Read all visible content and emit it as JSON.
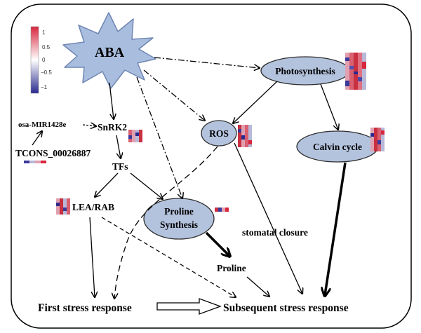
{
  "nodes": {
    "aba": "ABA",
    "photosynthesis": "Photosynthesis",
    "ros": "ROS",
    "calvin_cycle": "Calvin cycle",
    "snrk2": "SnRK2",
    "mirna": "osa-MIR1428e",
    "tcons": "TCONS_00026887",
    "tfs": "TFs",
    "lea_rab": "LEA/RAB",
    "proline_synthesis_line1": "Proline",
    "proline_synthesis_line2": "Synthesis",
    "proline": "Proline",
    "stomatal_closure": "stomatal closure",
    "first_response": "First stress response",
    "subsequent_response": "Subsequent stress response"
  },
  "legend": {
    "ticks": [
      "1",
      "0.5",
      "0",
      "−0.5",
      "−1"
    ],
    "colors": {
      "high": "#d7263d",
      "mid": "#ffffff",
      "low": "#2a2a8f"
    }
  },
  "colors": {
    "node_fill": "#b4c3dd",
    "node_stroke": "#2d2d2d",
    "burst_fill": "#a9bedf",
    "burst_stroke": "#6f86b3"
  }
}
